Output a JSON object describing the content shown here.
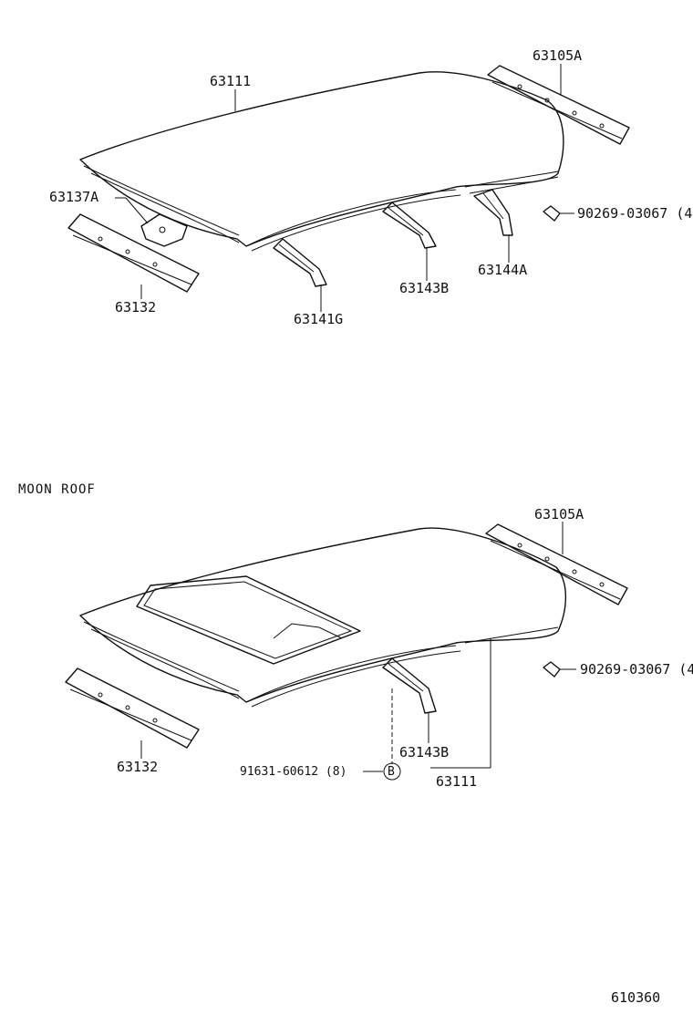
{
  "top_section": {
    "labels": {
      "roof_panel": "63111",
      "rear_rail": "63105A",
      "bracket": "63137A",
      "front_rail": "63132",
      "center_brace": "63141G",
      "roof_bow_b": "63143B",
      "roof_bow_a": "63144A",
      "clip": "90269-03067 (4)"
    }
  },
  "moon_roof_section": {
    "title": "MOON ROOF",
    "labels": {
      "rear_rail": "63105A",
      "clip": "90269-03067 (4)",
      "front_rail": "63132",
      "roof_bow_b": "63143B",
      "roof_panel": "63111",
      "screw": "91631-60612 (8)",
      "screw_ref": "B"
    }
  },
  "figure_code": "610360"
}
